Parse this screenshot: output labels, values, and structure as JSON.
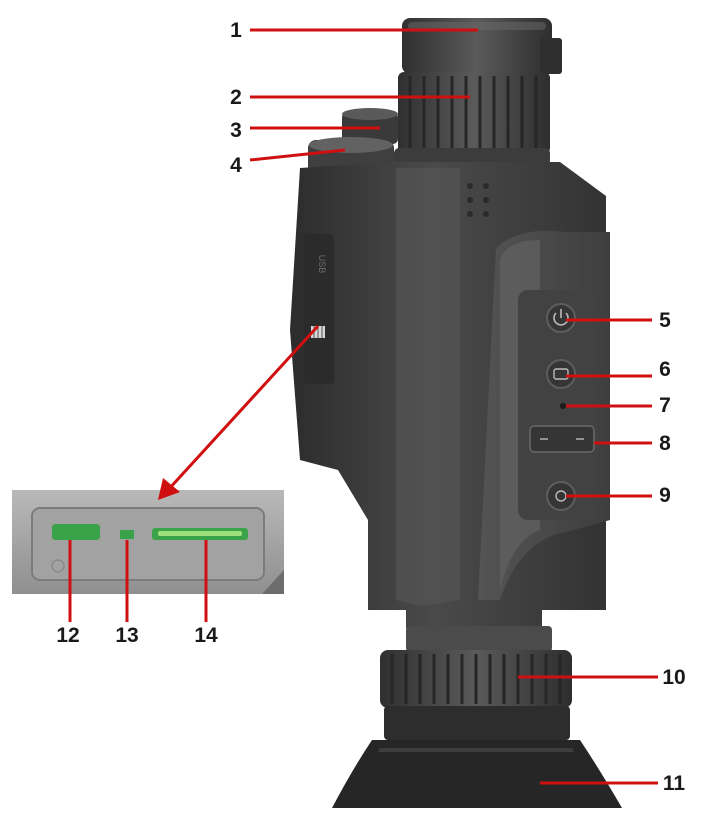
{
  "colors": {
    "callout_line": "#d01010",
    "background": "#ffffff",
    "body_dark": "#3a3a3a",
    "body_mid": "#4d4d4d",
    "rubber": "#2a2a2a",
    "port_green": "#3aa34a",
    "port_light_green": "#9be07a"
  },
  "device": {
    "side_label": "USB"
  },
  "callouts": [
    {
      "num": "1",
      "target": "lens-cap"
    },
    {
      "num": "2",
      "target": "focus-ring"
    },
    {
      "num": "3",
      "target": "top-knob-upper"
    },
    {
      "num": "4",
      "target": "top-knob-lower"
    },
    {
      "num": "5",
      "target": "power-button"
    },
    {
      "num": "6",
      "target": "photo-button"
    },
    {
      "num": "7",
      "target": "indicator-light"
    },
    {
      "num": "8",
      "target": "zoom-button"
    },
    {
      "num": "9",
      "target": "menu-button"
    },
    {
      "num": "10",
      "target": "diopter-ring"
    },
    {
      "num": "11",
      "target": "eyecup"
    },
    {
      "num": "12",
      "target": "usb-port"
    },
    {
      "num": "13",
      "target": "reset-hole"
    },
    {
      "num": "14",
      "target": "sd-card-slot"
    }
  ]
}
